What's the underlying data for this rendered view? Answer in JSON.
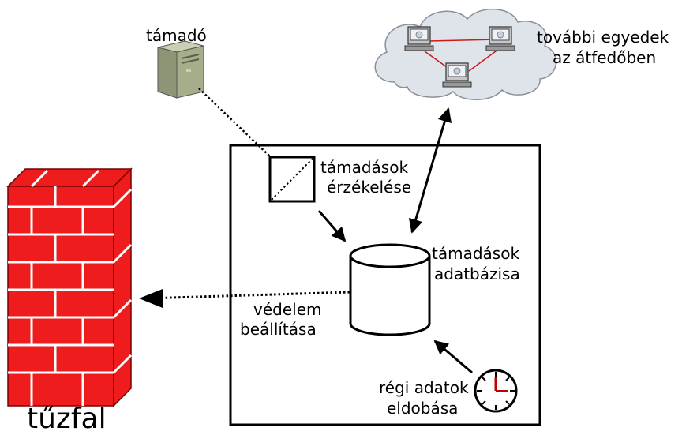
{
  "labels": {
    "attacker": "támadó",
    "peers_line1": "további egyedek",
    "peers_line2": "az átfedőben",
    "detection_line1": "támadások",
    "detection_line2": "érzékelése",
    "database_line1": "támadások",
    "database_line2": "adatbázisa",
    "protection_line1": "védelem",
    "protection_line2": "beállítása",
    "purge_line1": "régi adatok",
    "purge_line2": "eldobása",
    "firewall": "tűzfal"
  },
  "colors": {
    "firewall_brick": "#ee1c1c",
    "firewall_mortar": "#ffffff",
    "cloud_fill": "#dfe3ea",
    "peer_link": "#d01818",
    "server_body": "#a6ad8a",
    "clock_hand": "#c00000"
  }
}
